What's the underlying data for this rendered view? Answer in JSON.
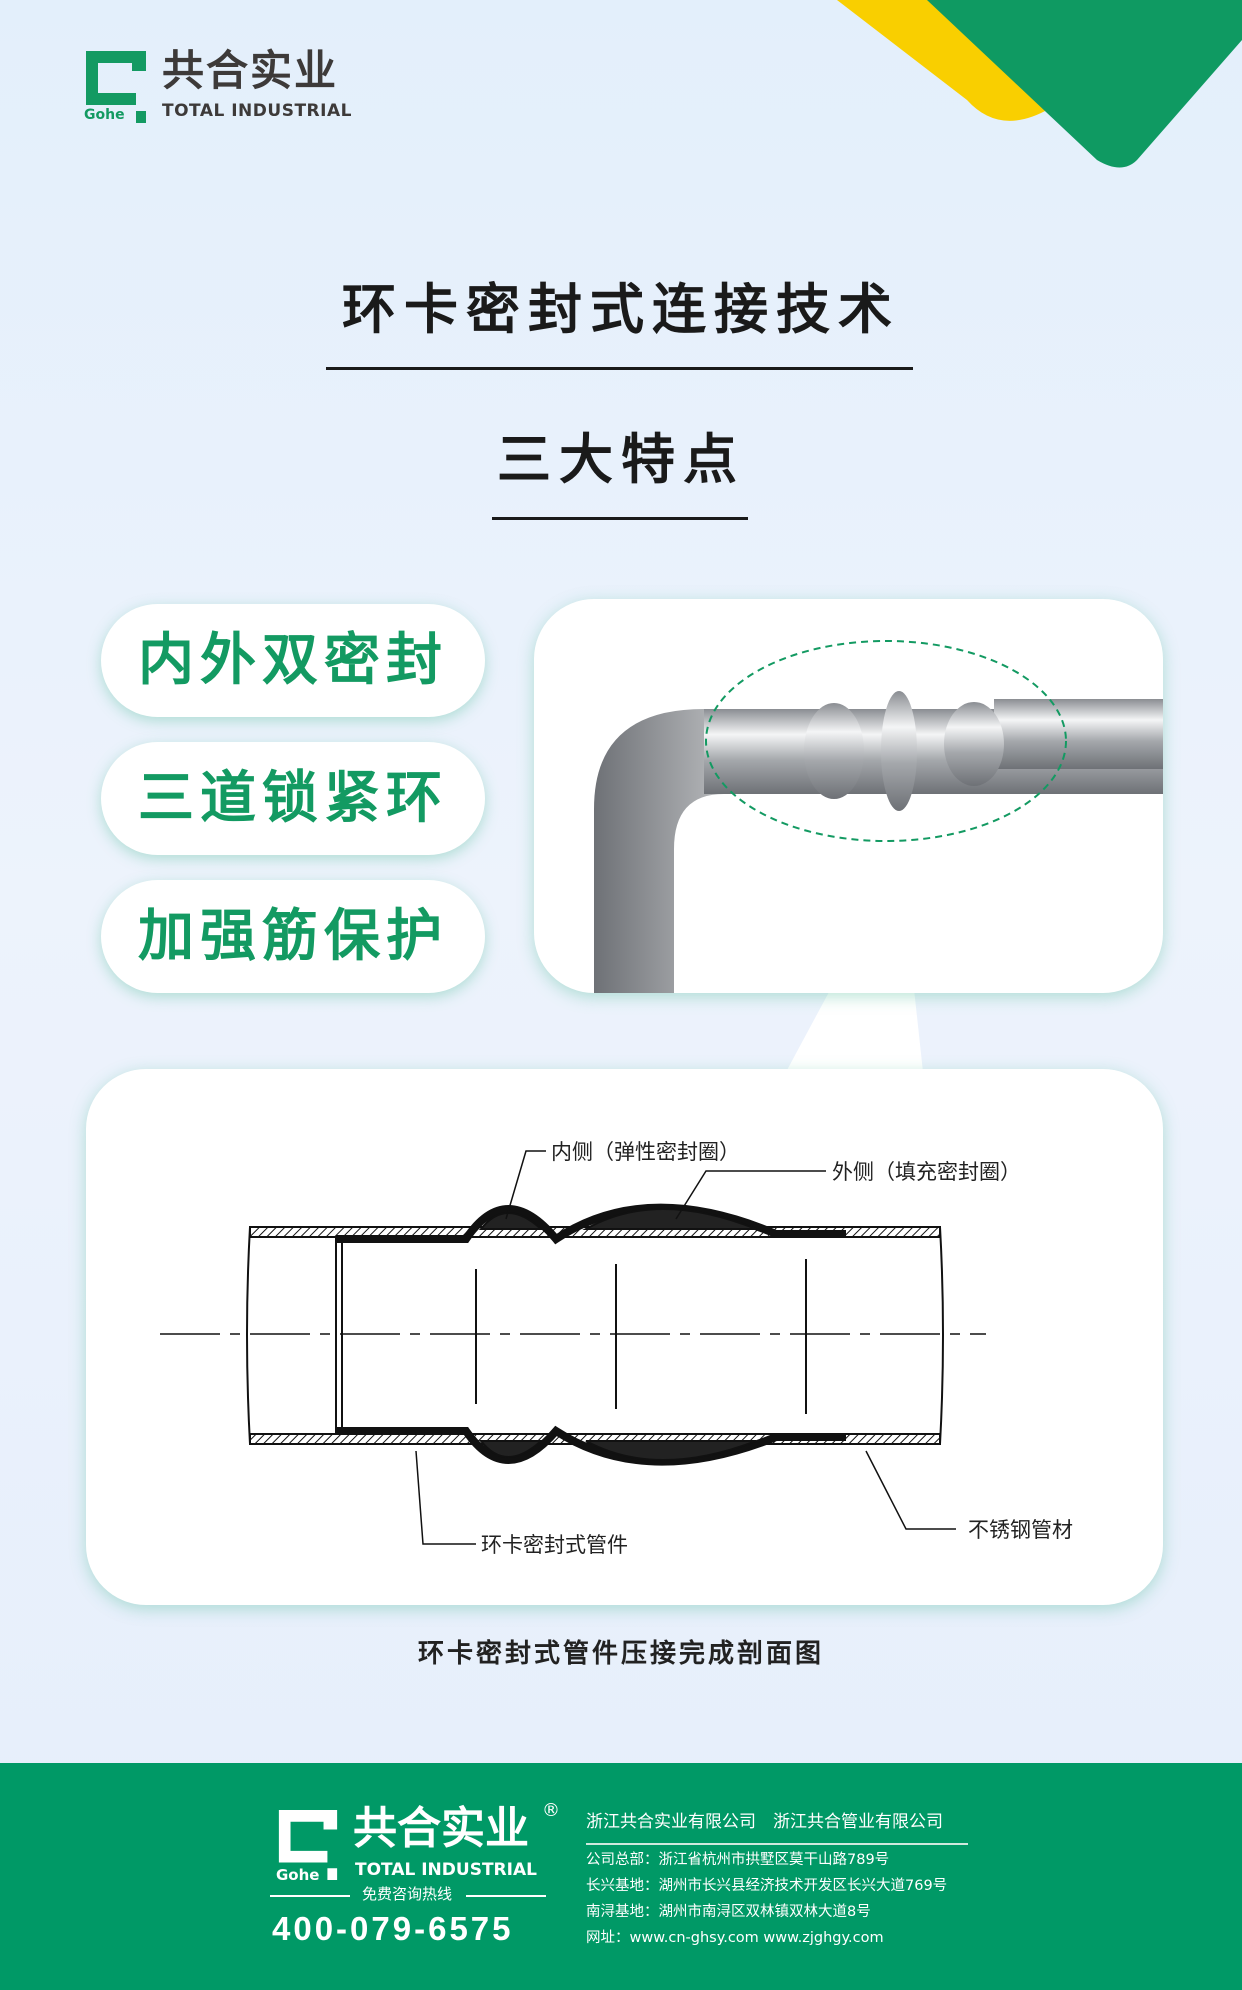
{
  "brand": {
    "mark": "Gohe",
    "name_cn": "共合实业",
    "name_en": "TOTAL INDUSTRIAL"
  },
  "title": "环卡密封式连接技术",
  "subtitle": "三大特点",
  "features": [
    "内外双密封",
    "三道锁紧环",
    "加强筋保护"
  ],
  "diagram": {
    "labels": {
      "inner": "内侧（弹性密封圈）",
      "outer": "外侧（填充密封圈）",
      "fitting": "环卡密封式管件",
      "pipe": "不锈钢管材"
    },
    "caption": "环卡密封式管件压接完成剖面图"
  },
  "footer": {
    "registered": "®",
    "hotline_label": "免费咨询热线",
    "phone": "400-079-6575",
    "companies": "浙江共合实业有限公司　浙江共合管业有限公司",
    "lines": [
      "公司总部：浙江省杭州市拱墅区莫干山路789号",
      "长兴基地：湖州市长兴县经济技术开发区长兴大道769号",
      "南浔基地：湖州市南浔区双林镇双林大道8号",
      "网址：www.cn-ghsy.com  www.zjghgy.com"
    ]
  },
  "colors": {
    "green": "#009966",
    "yellow": "#f9cf00",
    "text": "#1a1a1a"
  }
}
